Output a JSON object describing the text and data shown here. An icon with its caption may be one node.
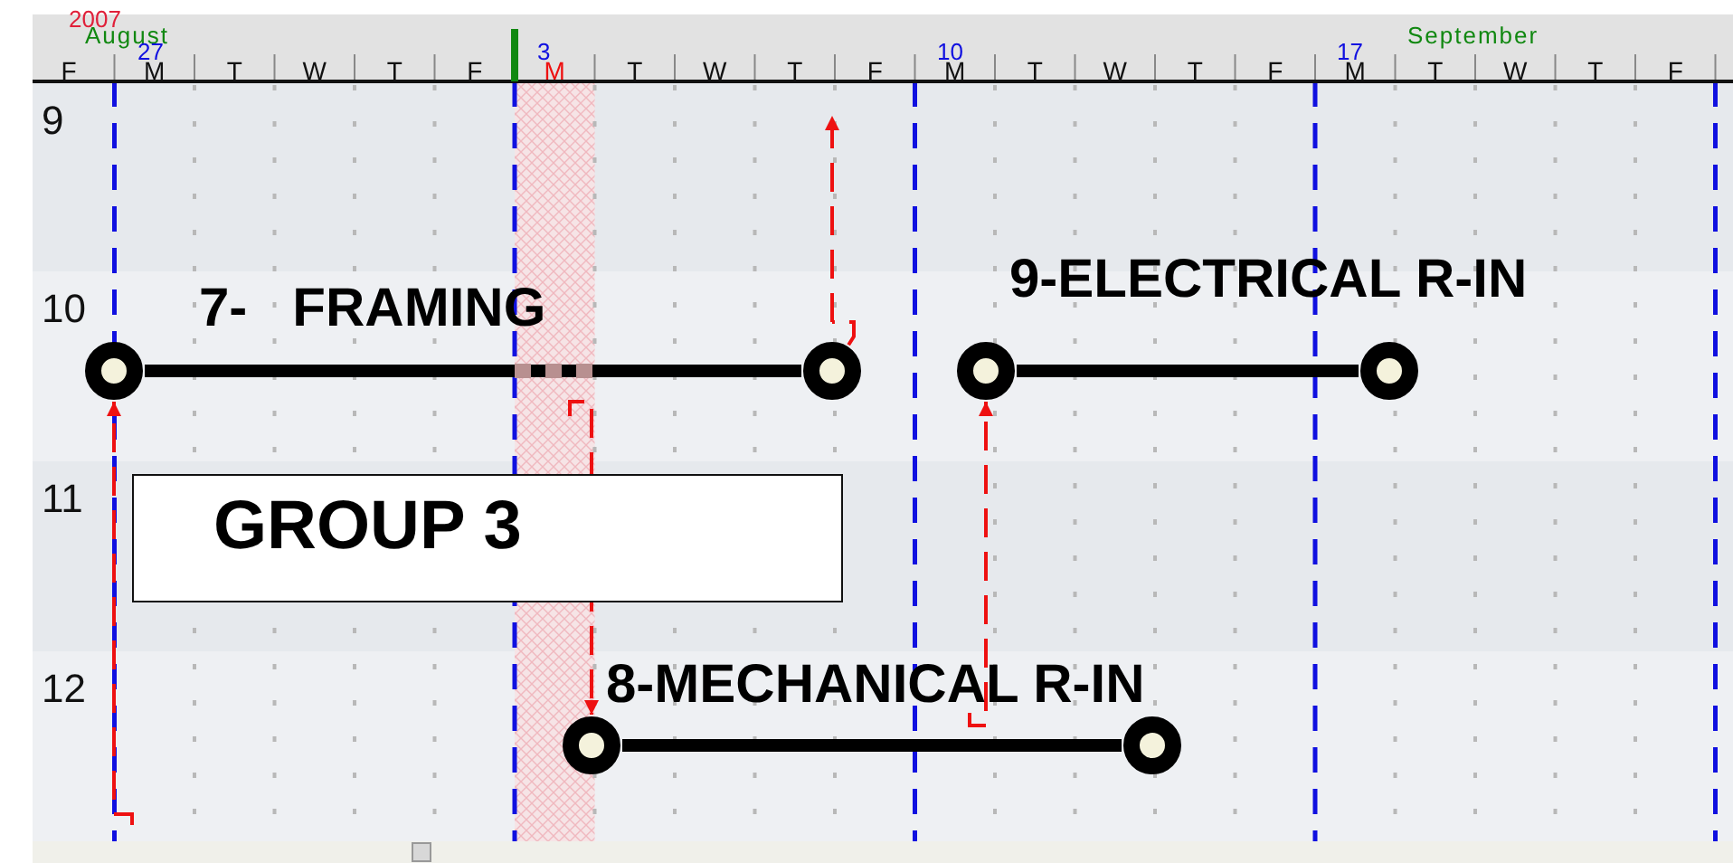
{
  "diagram": {
    "nodes": [
      {
        "text": [],
        "shape": "circle"
      },
      {
        "text": [],
        "shape": "circle"
      },
      {
        "text": [],
        "shape": "circle"
      },
      {
        "text": [],
        "shape": "circle"
      },
      {
        "text": [],
        "shape": "circle"
      },
      {
        "text": [],
        "shape": "circle"
      },
      {
        "text": [
          "GROUP 3"
        ]
      }
    ],
    "edges": [
      {
        "from": 0,
        "to": 1,
        "arrow": "none",
        "label": "7-   FRAMING",
        "style": "thick",
        "color": "#000000"
      },
      {
        "from": 2,
        "to": 3,
        "arrow": "none",
        "label": "9-ELECTRICAL R-IN",
        "style": "thick",
        "color": "#000000"
      },
      {
        "from": 4,
        "to": 5,
        "arrow": "none",
        "label": "8-MECHANICAL R-IN",
        "style": "thick",
        "color": "#000000"
      },
      {
        "from": null,
        "to": 0,
        "arrow": "to",
        "style": "dashed"
      },
      {
        "from": 1,
        "to": null,
        "arrow": "to",
        "style": "dashed"
      },
      {
        "from": null,
        "to": 4,
        "arrow": "to",
        "style": "dashed"
      },
      {
        "from": null,
        "to": 2,
        "arrow": "to",
        "style": "dashed"
      }
    ],
    "labels": [
      "2007",
      "August",
      "September",
      "27",
      "3",
      "10",
      "17",
      "F",
      "M",
      "T",
      "W",
      "T",
      "F",
      "M",
      "T",
      "W",
      "T",
      "F",
      "M",
      "T",
      "W",
      "T",
      "F",
      "M",
      "T",
      "W",
      "T",
      "F",
      "9",
      "10",
      "11",
      "12"
    ]
  }
}
